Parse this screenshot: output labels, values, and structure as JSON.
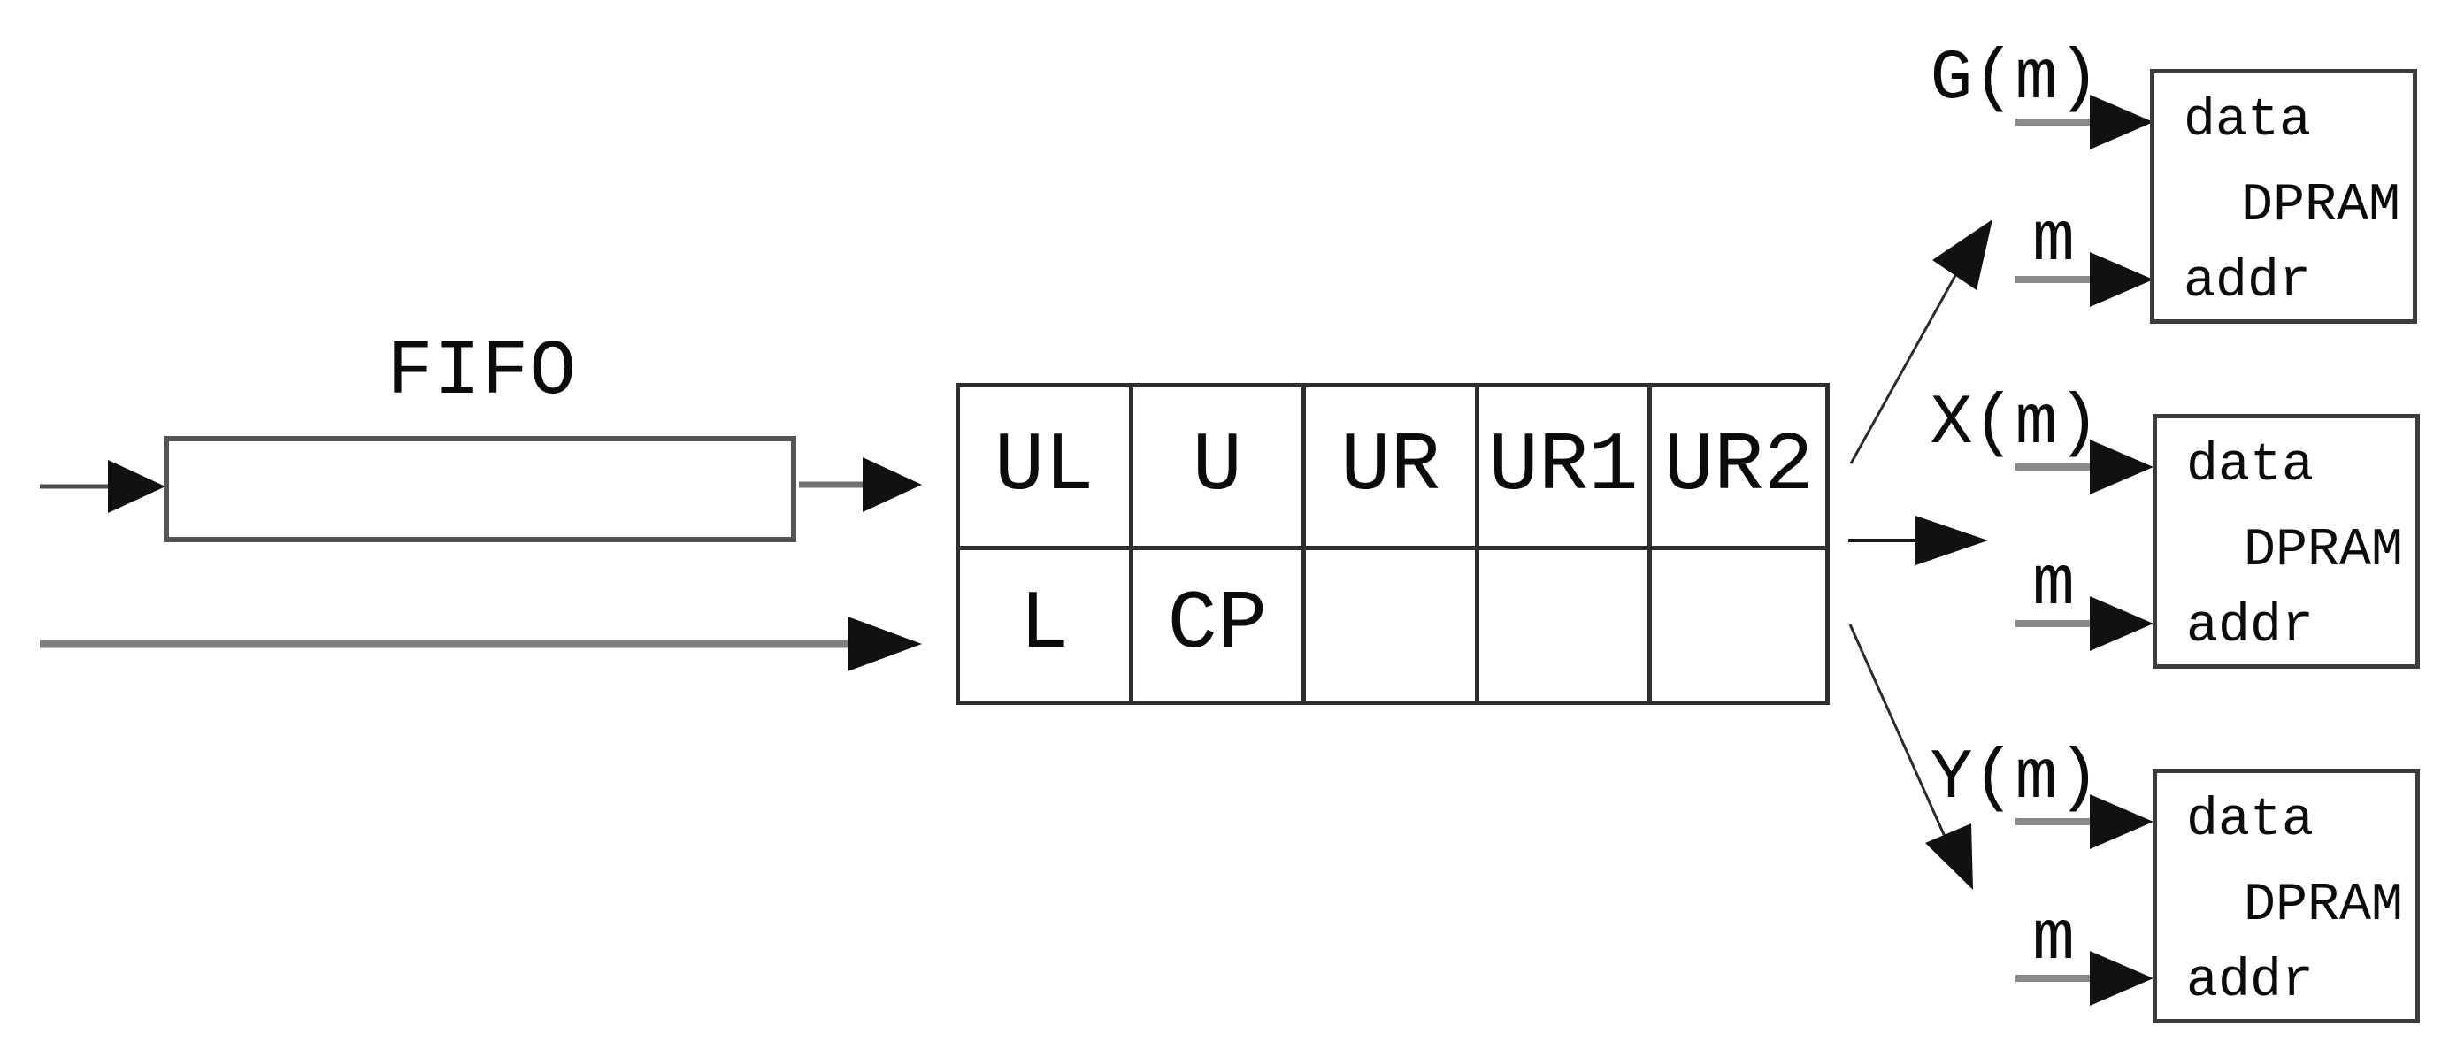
{
  "diagram_title": "FIFO to DPRAM data flow diagram",
  "colors": {
    "background": "#ffffff",
    "text": "#0b0b0b",
    "arrowhead": "#111111",
    "line_gray": "#808080",
    "line_dark": "#2b2b2b",
    "border_dark": "#2e2e2e"
  },
  "fifo": {
    "label": "FIFO"
  },
  "grid": {
    "row1": [
      "UL",
      "U",
      "UR",
      "UR1",
      "UR2"
    ],
    "row2": [
      "L",
      "CP",
      "",
      "",
      ""
    ]
  },
  "dprams": [
    {
      "data_signal": "G(m)",
      "addr_signal": "m",
      "data_port": "data",
      "name": "DPRAM",
      "addr_port": "addr"
    },
    {
      "data_signal": "X(m)",
      "addr_signal": "m",
      "data_port": "data",
      "name": "DPRAM",
      "addr_port": "addr"
    },
    {
      "data_signal": "Y(m)",
      "addr_signal": "m",
      "data_port": "data",
      "name": "DPRAM",
      "addr_port": "addr"
    }
  ]
}
